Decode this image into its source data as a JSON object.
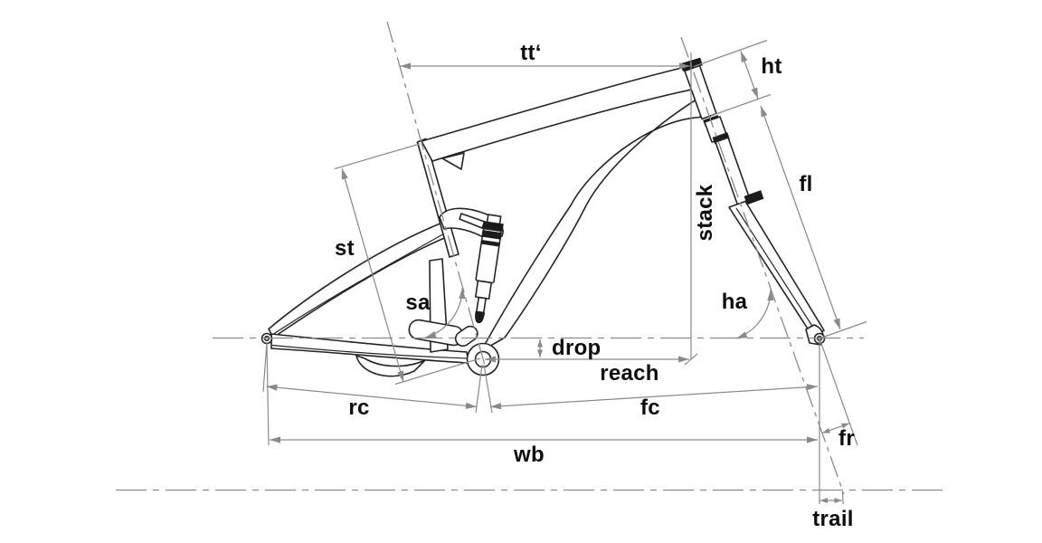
{
  "diagram": {
    "title": "mountain-bike frame geometry dimension drawing",
    "labels": {
      "top_tube": "tt‘",
      "head_tube": "ht",
      "fork_length": "fl",
      "stack": "stack",
      "head_angle": "ha",
      "seat_angle": "sa",
      "seat_tube": "st",
      "drop": "drop",
      "reach": "reach",
      "front_center": "fc",
      "rear_center": "rc",
      "wheelbase": "wb",
      "fork_rake": "fr",
      "trail": "trail"
    },
    "colors": {
      "background": "#ffffff",
      "dimension_lines": "#8a8a8a",
      "frame_outline": "#242424",
      "dark_accents": "#1c1c1c",
      "label_text": "#0d0d0d"
    }
  }
}
